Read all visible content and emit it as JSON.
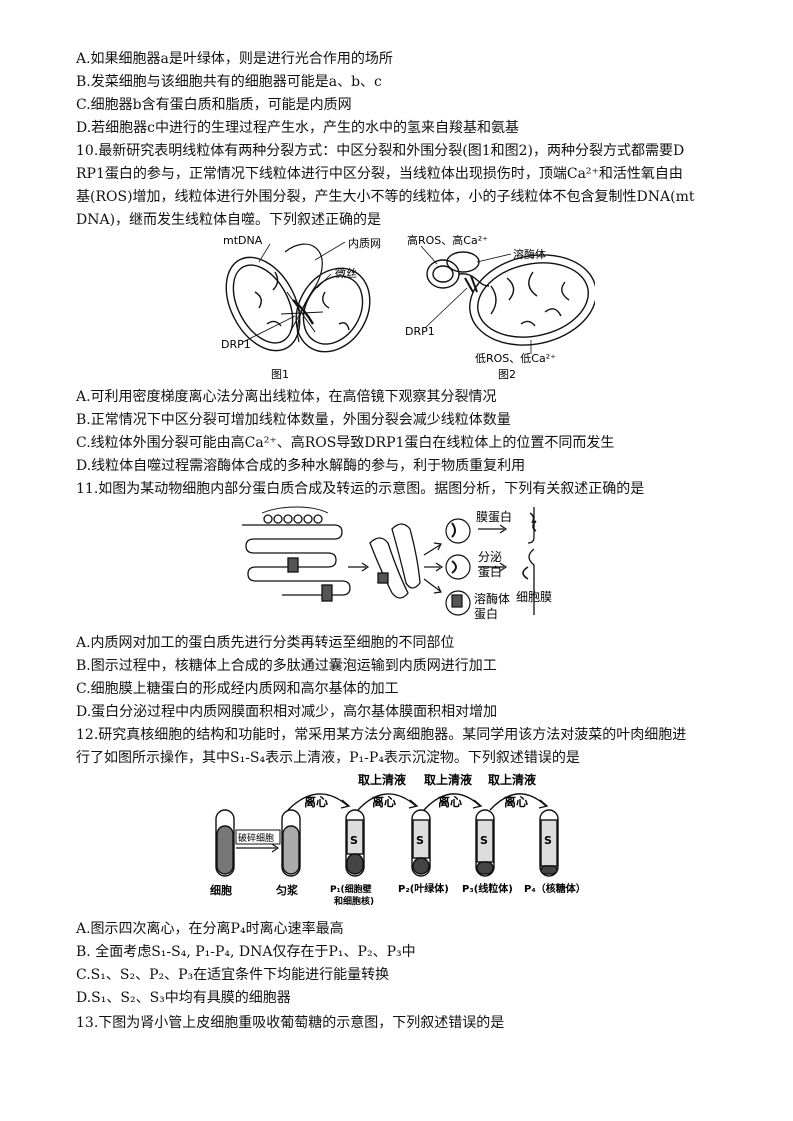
{
  "q9_options": [
    "A.如果细胞器a是叶绿体，则是进行光合作用的场所",
    "B.发菜细胞与该细胞共有的细胞器可能是a、b、c",
    "C.细胞器b含有蛋白质和脂质，可能是内质网",
    "D.若细胞器c中进行的生理过程产生水，产生的水中的氢来自羧基和氨基"
  ],
  "q10": {
    "stem_lines": [
      "10.最新研究表明线粒体有两种分裂方式：中区分裂和外围分裂(图1和图2)，两种分裂方式都需要D",
      "RP1蛋白的参与，正常情况下线粒体进行中区分裂，当线粒体出现损伤时，顶端Ca²⁺和活性氧自由",
      "基(ROS)增加，线粒体进行外围分裂，产生大小不等的线粒体，小的子线粒体不包含复制性DNA(mt",
      "DNA)，继而发生线粒体自噬。下列叙述正确的是"
    ],
    "fig1": {
      "mtdna": "mtDNA",
      "er": "内质网",
      "mf": "微丝",
      "drp1": "DRP1",
      "caption": "图1"
    },
    "fig2": {
      "high": "高ROS、高Ca²⁺",
      "lys": "溶酶体",
      "drp1": "DRP1",
      "low": "低ROS、低Ca²⁺",
      "caption": "图2"
    },
    "options": [
      "A.可利用密度梯度离心法分离出线粒体，在高倍镜下观察其分裂情况",
      "B.正常情况下中区分裂可增加线粒体数量，外围分裂会减少线粒体数量",
      "C.线粒体外围分裂可能由高Ca²⁺、高ROS导致DRP1蛋白在线粒体上的位置不同而发生",
      "D.线粒体自噬过程需溶酶体合成的多种水解酶的参与，利于物质重复利用"
    ]
  },
  "q11": {
    "stem": "11.如图为某动物细胞内部分蛋白质合成及转运的示意图。据图分析，下列有关叙述正确的是",
    "fig": {
      "membrane_protein": "膜蛋白",
      "secretory_1": "分泌",
      "secretory_2": "蛋白",
      "lyso_1": "溶酶体",
      "lyso_2": "蛋白",
      "cell_membrane": "细胞膜"
    },
    "options": [
      "A.内质网对加工的蛋白质先进行分类再转运至细胞的不同部位",
      "B.图示过程中，核糖体上合成的多肽通过囊泡运输到内质网进行加工",
      "C.细胞膜上糖蛋白的形成经内质网和高尔基体的加工",
      "D.蛋白分泌过程中内质网膜面积相对减少，高尔基体膜面积相对增加"
    ]
  },
  "q12": {
    "stem_lines": [
      "12.研究真核细胞的结构和功能时，常采用某方法分离细胞器。某同学用该方法对菠菜的叶肉细胞进",
      "行了如图所示操作，其中S₁-S₄表示上清液，P₁-P₄表示沉淀物。下列叙述错误的是"
    ],
    "fig": {
      "take_supernatant": "取上清液",
      "centrifuge": "离心",
      "break": "破碎细胞",
      "cell": "细胞",
      "homogenate": "匀浆",
      "p1": "P₁(细胞壁",
      "p1b": "和细胞核)",
      "p2": "P₂(叶绿体)",
      "p3": "P₃(线粒体)",
      "p4": "P₄（核糖体）",
      "s": "S"
    },
    "options": [
      "A.图示四次离心，在分离P₄时离心速率最高",
      "B. 全面考虑S₁-S₄, P₁-P₄, DNA仅存在于P₁、P₂、P₃中",
      "C.S₁、S₂、P₂、P₃在适宜条件下均能进行能量转换",
      "D.S₁、S₂、S₃中均有具膜的细胞器"
    ]
  },
  "q13_stem": "13.下图为肾小管上皮细胞重吸收葡萄糖的示意图，下列叙述错误的是"
}
